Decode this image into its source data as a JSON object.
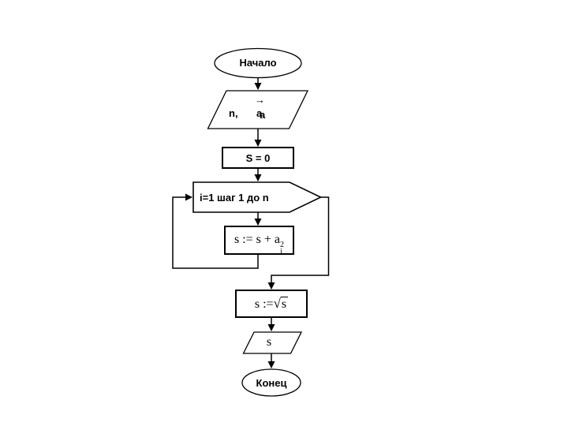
{
  "diagram": {
    "type": "flowchart",
    "language": "ru",
    "colors": {
      "background": "#ffffff",
      "line": "#000000",
      "text": "#000000"
    },
    "nodes": {
      "start": {
        "shape": "ellipse",
        "label": "Начало"
      },
      "input": {
        "shape": "parallelogram",
        "n_label": "n,",
        "a_label": "a",
        "vector_arrow": "→"
      },
      "init": {
        "shape": "rectangle",
        "label": "S = 0"
      },
      "loop": {
        "shape": "loop-pennant",
        "label": "i=1 шаг 1 до n"
      },
      "body": {
        "shape": "rectangle",
        "base": "s := s + a",
        "superscript": "2",
        "subscript": "i"
      },
      "sqrt": {
        "shape": "rectangle",
        "lhs": "s :=",
        "radical_sign": "√",
        "radicand": "s"
      },
      "output": {
        "shape": "parallelogram",
        "label": "s"
      },
      "end": {
        "shape": "ellipse",
        "label": "Конец"
      }
    },
    "edges": [
      "start→input",
      "input→init",
      "init→loop",
      "loop→body",
      "body→loop (feedback left)",
      "loop→sqrt (exit right)",
      "sqrt→output",
      "output→end"
    ]
  }
}
